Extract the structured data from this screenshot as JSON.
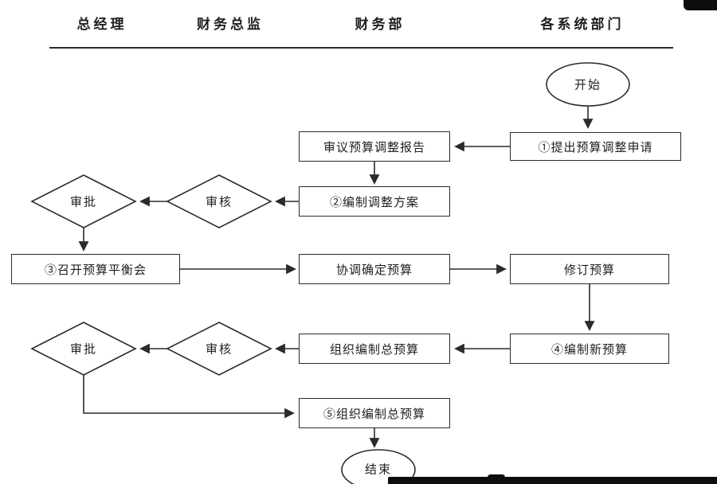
{
  "lanes": [
    {
      "label": "总经理"
    },
    {
      "label": "财务总监"
    },
    {
      "label": "财务部"
    },
    {
      "label": "各系统部门"
    }
  ],
  "nodes": {
    "start": {
      "label": "开始",
      "type": "terminator"
    },
    "submit_request": {
      "label": "①提出预算调整申请",
      "type": "process"
    },
    "review_report": {
      "label": "审议预算调整报告",
      "type": "process"
    },
    "prepare_plan": {
      "label": "②编制调整方案",
      "type": "process"
    },
    "review1": {
      "label": "审核",
      "type": "decision"
    },
    "approve1": {
      "label": "审批",
      "type": "decision"
    },
    "balance_meeting": {
      "label": "③召开预算平衡会",
      "type": "process"
    },
    "coordinate_budget": {
      "label": "协调确定预算",
      "type": "process"
    },
    "revise_budget": {
      "label": "修订预算",
      "type": "process"
    },
    "new_budget": {
      "label": "④编制新预算",
      "type": "process"
    },
    "organize_budget": {
      "label": "组织编制总预算",
      "type": "process"
    },
    "review2": {
      "label": "审核",
      "type": "decision"
    },
    "approve2": {
      "label": "审批",
      "type": "decision"
    },
    "organize_budget_final": {
      "label": "⑤组织编制总预算",
      "type": "process"
    },
    "end": {
      "label": "结束",
      "type": "terminator"
    }
  },
  "colors": {
    "ink": "#2b2b2b",
    "background": "#ffffff"
  }
}
